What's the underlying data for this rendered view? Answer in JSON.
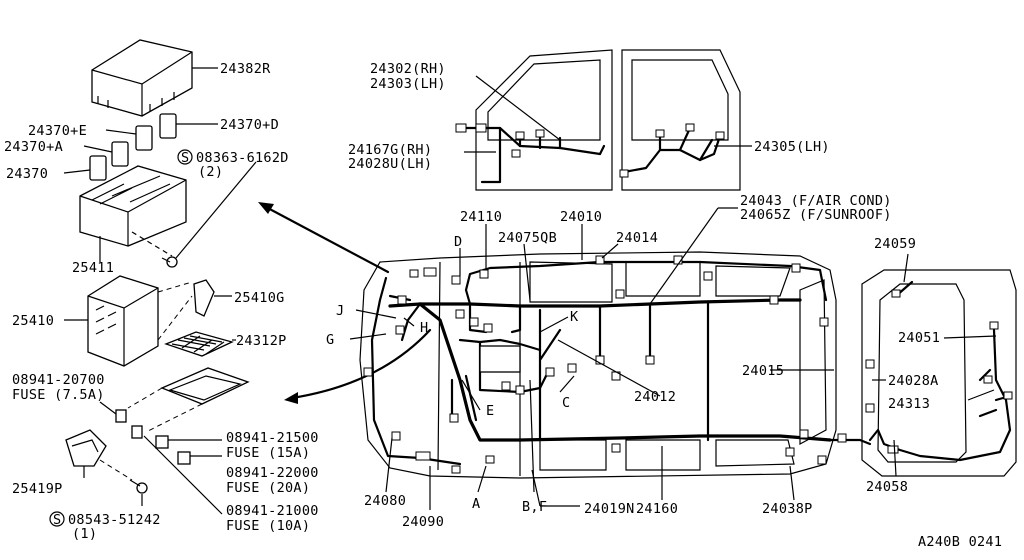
{
  "labels": {
    "p24382R": "24382R",
    "p24370E": "24370+E",
    "p24370A": "24370+A",
    "p24370D": "24370+D",
    "p24370": "24370",
    "screw1": "08363-6162D",
    "screw1_qty": "(2)",
    "p25411": "25411",
    "p25410G": "25410G",
    "p25410": "25410",
    "p24312P": "24312P",
    "fuse75_pn": "08941-20700",
    "fuse75_txt": "FUSE  (7.5A)",
    "fuse15_pn": "08941-21500",
    "fuse15_txt": "FUSE  (15A)",
    "fuse20_pn": "08941-22000",
    "fuse20_txt": "FUSE  (20A)",
    "fuse10_pn": "08941-21000",
    "fuse10_txt": "FUSE  (10A)",
    "p25419P": "25419P",
    "screw2": "08543-51242",
    "screw2_qty": "(1)",
    "p24302": "24302(RH)",
    "p24303": "24303(LH)",
    "p24167G": "24167G(RH)",
    "p24028U": "24028U(LH)",
    "p24305": "24305(LH)",
    "p24043": "24043  (F/AIR COND)",
    "p24065Z": "24065Z (F/SUNROOF)",
    "p24110": "24110",
    "p24010": "24010",
    "p24075QB": "24075QB",
    "p24014": "24014",
    "p24059": "24059",
    "p24051": "24051",
    "p24028A": "24028A",
    "p24313": "24313",
    "p24015": "24015",
    "p24012": "24012",
    "p24058": "24058",
    "p24038P": "24038P",
    "p24160": "24160",
    "p24019N": "24019N",
    "p24080": "24080",
    "p24090": "24090",
    "lD": "D",
    "lJ": "J",
    "lH": "H",
    "lG": "G",
    "lK": "K",
    "lE": "E",
    "lC": "C",
    "lA": "A",
    "lBF": "B,F",
    "s_mark": "S",
    "s_mark2": "S",
    "code": "A240B 0241"
  }
}
